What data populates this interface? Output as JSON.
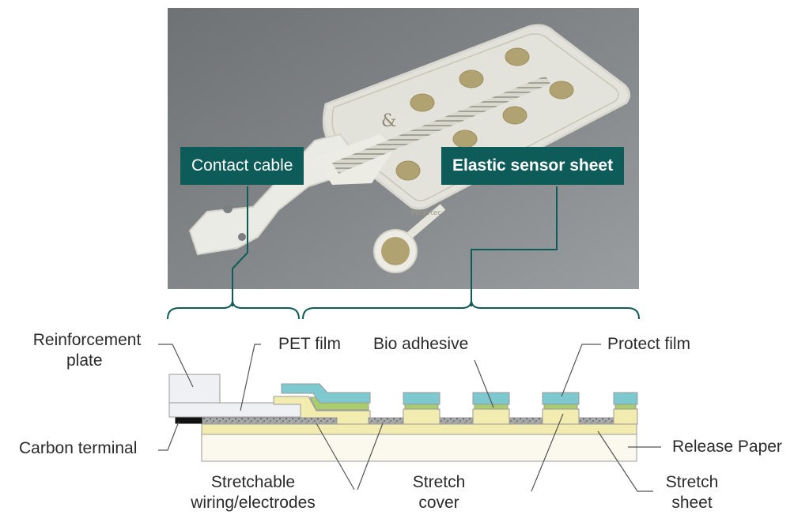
{
  "colors": {
    "accent": "#0d5c5a",
    "protect_film": "#7ec8cf",
    "bio_adhesive": "#a8cc6e",
    "stretch_cover": "#f3ecb0",
    "wiring": "#9a9a9a",
    "carbon_terminal": "#111111",
    "photo_background": "#7c7f82",
    "sensor_sheet": "#ecece4"
  },
  "photo": {
    "callouts": {
      "contact_cable": "Contact cable",
      "elastic_sensor_sheet": "Elastic sensor sheet"
    }
  },
  "diagram": {
    "labels": {
      "reinforcement_plate": [
        "Reinforcement",
        "plate"
      ],
      "pet_film": "PET film",
      "bio_adhesive": "Bio adhesive",
      "protect_film": "Protect film",
      "carbon_terminal": "Carbon terminal",
      "release_paper": "Release Paper",
      "stretchable_wiring": [
        "Stretchable",
        "wiring/electrodes"
      ],
      "stretch_cover": [
        "Stretch",
        "cover"
      ],
      "stretch_sheet": [
        "Stretch",
        "sheet"
      ]
    }
  }
}
